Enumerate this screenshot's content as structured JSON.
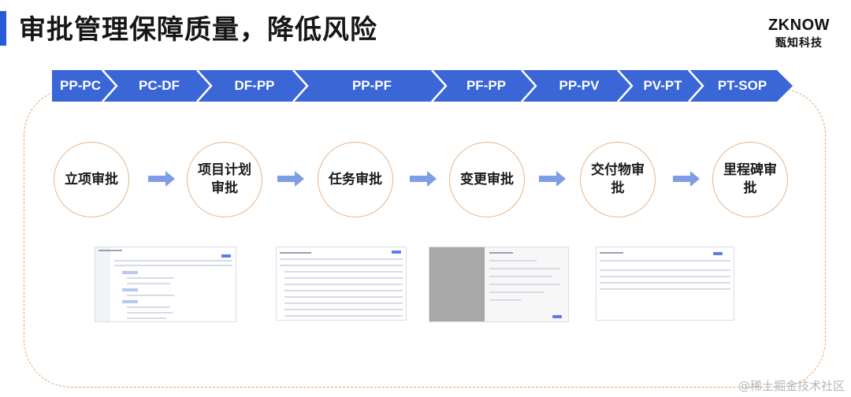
{
  "header": {
    "title": "审批管理保障质量，降低风险",
    "logo_mark": "ZKNOW",
    "logo_sub": "甄知科技"
  },
  "phases": [
    "PP-PC",
    "PC-DF",
    "DF-PP",
    "PP-PF",
    "PF-PP",
    "PP-PV",
    "PV-PT",
    "PT-SOP"
  ],
  "steps": [
    {
      "label": "立项审批"
    },
    {
      "label": "项目计划审批"
    },
    {
      "label": "任务审批"
    },
    {
      "label": "变更审批"
    },
    {
      "label": "交付物审批"
    },
    {
      "label": "里程碑审批"
    }
  ],
  "colors": {
    "phase_fill": "#3a66d6",
    "phase_separator": "#ffffff",
    "step_border": "#e7b58d",
    "arrow": "#7f9de6",
    "frame_border": "#e4a370",
    "title_accent": "#2a5bd7"
  },
  "footer": {
    "watermark": "@稀土掘金技术社区"
  }
}
